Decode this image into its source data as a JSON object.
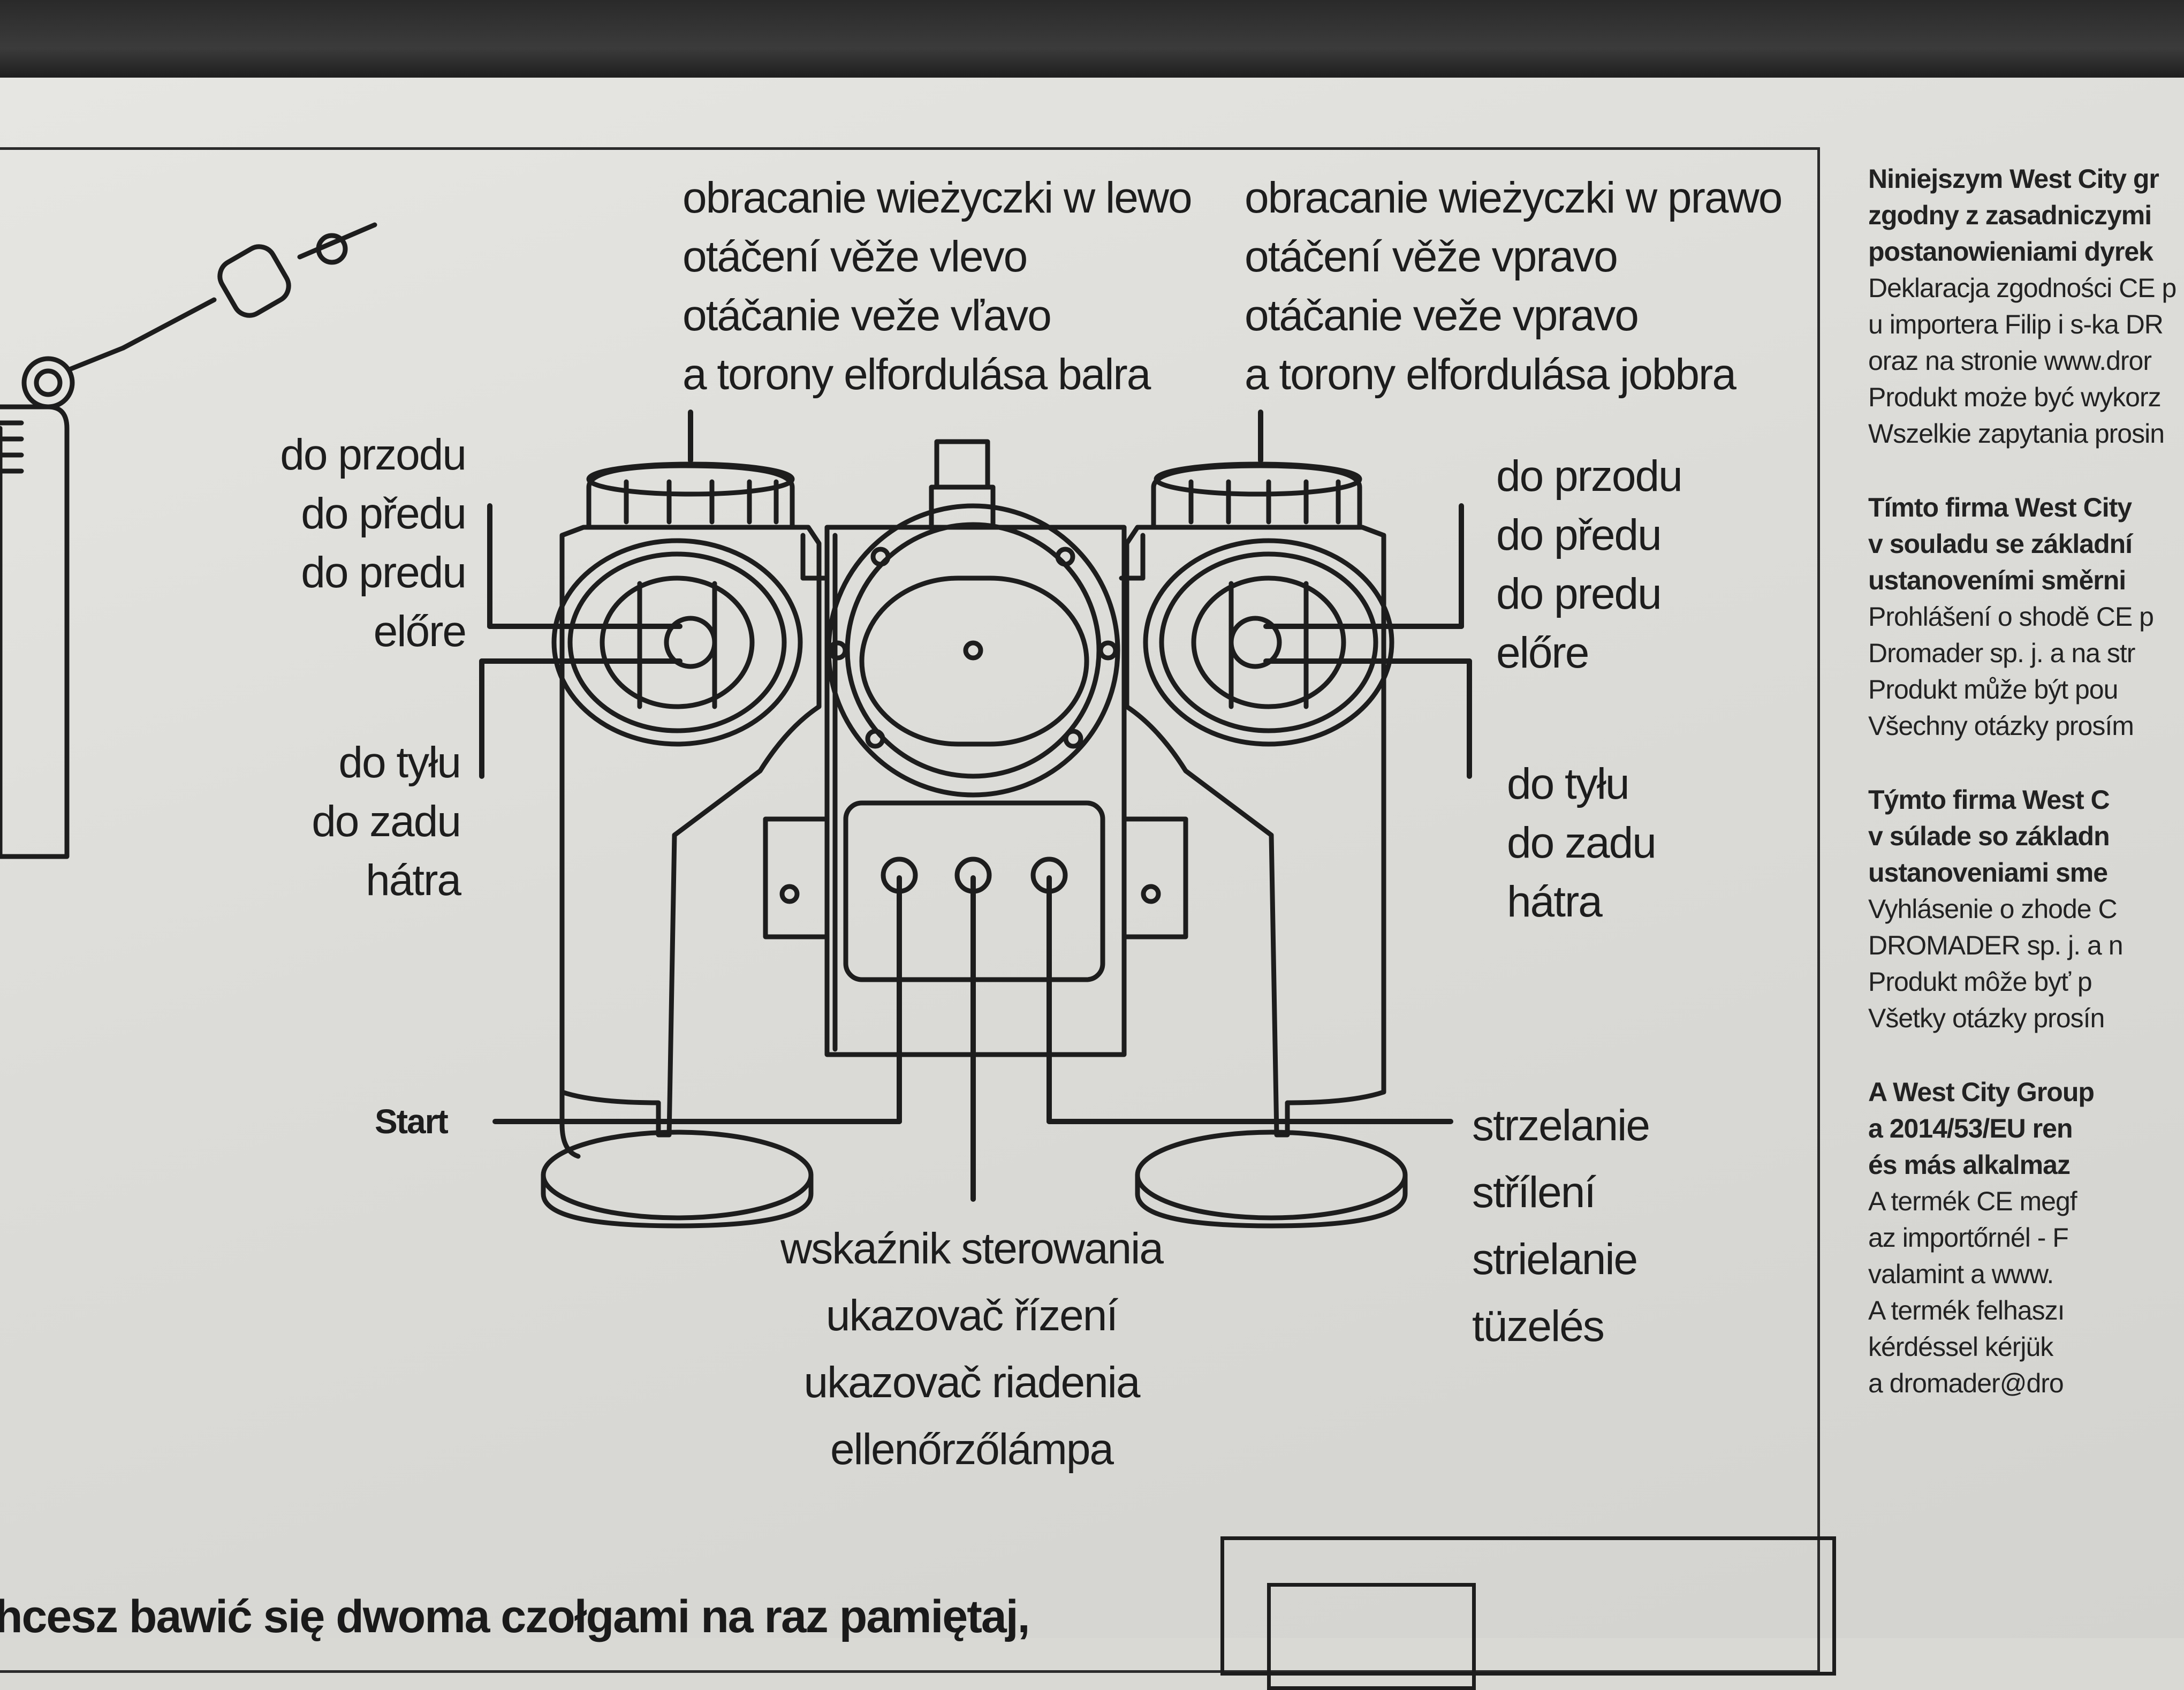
{
  "labels": {
    "turret_left": [
      "obracanie wieżyczki w lewo",
      "otáčení věže vlevo",
      "otáčanie veže vľavo",
      "a torony elfordulása balra"
    ],
    "turret_right": [
      "obracanie wieżyczki w prawo",
      "otáčení věže vpravo",
      "otáčanie veže vpravo",
      "a torony elfordulása jobbra"
    ],
    "left_forward": [
      "do przodu",
      "do předu",
      "do predu",
      "előre"
    ],
    "left_back": [
      "do tyłu",
      "do zadu",
      "hátra"
    ],
    "right_forward": [
      "do przodu",
      "do předu",
      "do predu",
      "előre"
    ],
    "right_back": [
      "do tyłu",
      "do zadu",
      "hátra"
    ],
    "start": "Start",
    "fire": [
      "strzelanie",
      "střílení",
      "strielanie",
      "tüzelés"
    ],
    "indicator": [
      "wskaźnik sterowania",
      "ukazovač řízení",
      "ukazovač riadenia",
      "ellenőrzőlámpa"
    ]
  },
  "side_text": [
    [
      "Niniejszym West City gr",
      "zgodny z zasadniczymi",
      "postanowieniami dyrek",
      "Deklaracja zgodności CE p",
      "u importera Filip i s-ka DR",
      "oraz na stronie www.dror",
      "Produkt może być wykorz",
      "Wszelkie zapytania prosin"
    ],
    [
      "Tímto firma West City",
      "v souladu se základní",
      "ustanoveními směrni",
      "Prohlášení o shodě CE p",
      "Dromader sp. j. a na str",
      "Produkt může být pou",
      "Všechny otázky prosím"
    ],
    [
      "Týmto firma West C",
      "v súlade so základn",
      "ustanoveniami sme",
      "Vyhlásenie o zhode C",
      "DROMADER sp. j. a n",
      "Produkt môže byť p",
      "Všetky otázky prosín"
    ],
    [
      "A West City Group",
      "a 2014/53/EU ren",
      "és más alkalmaz",
      "A termék CE megf",
      "az importőrnél - F",
      "valamint a www.",
      "A termék felhaszı",
      "kérdéssel kérjük",
      "a dromader@dro"
    ]
  ],
  "bottom_text": "hcesz bawić się dwoma czołgami na raz pamiętaj,"
}
